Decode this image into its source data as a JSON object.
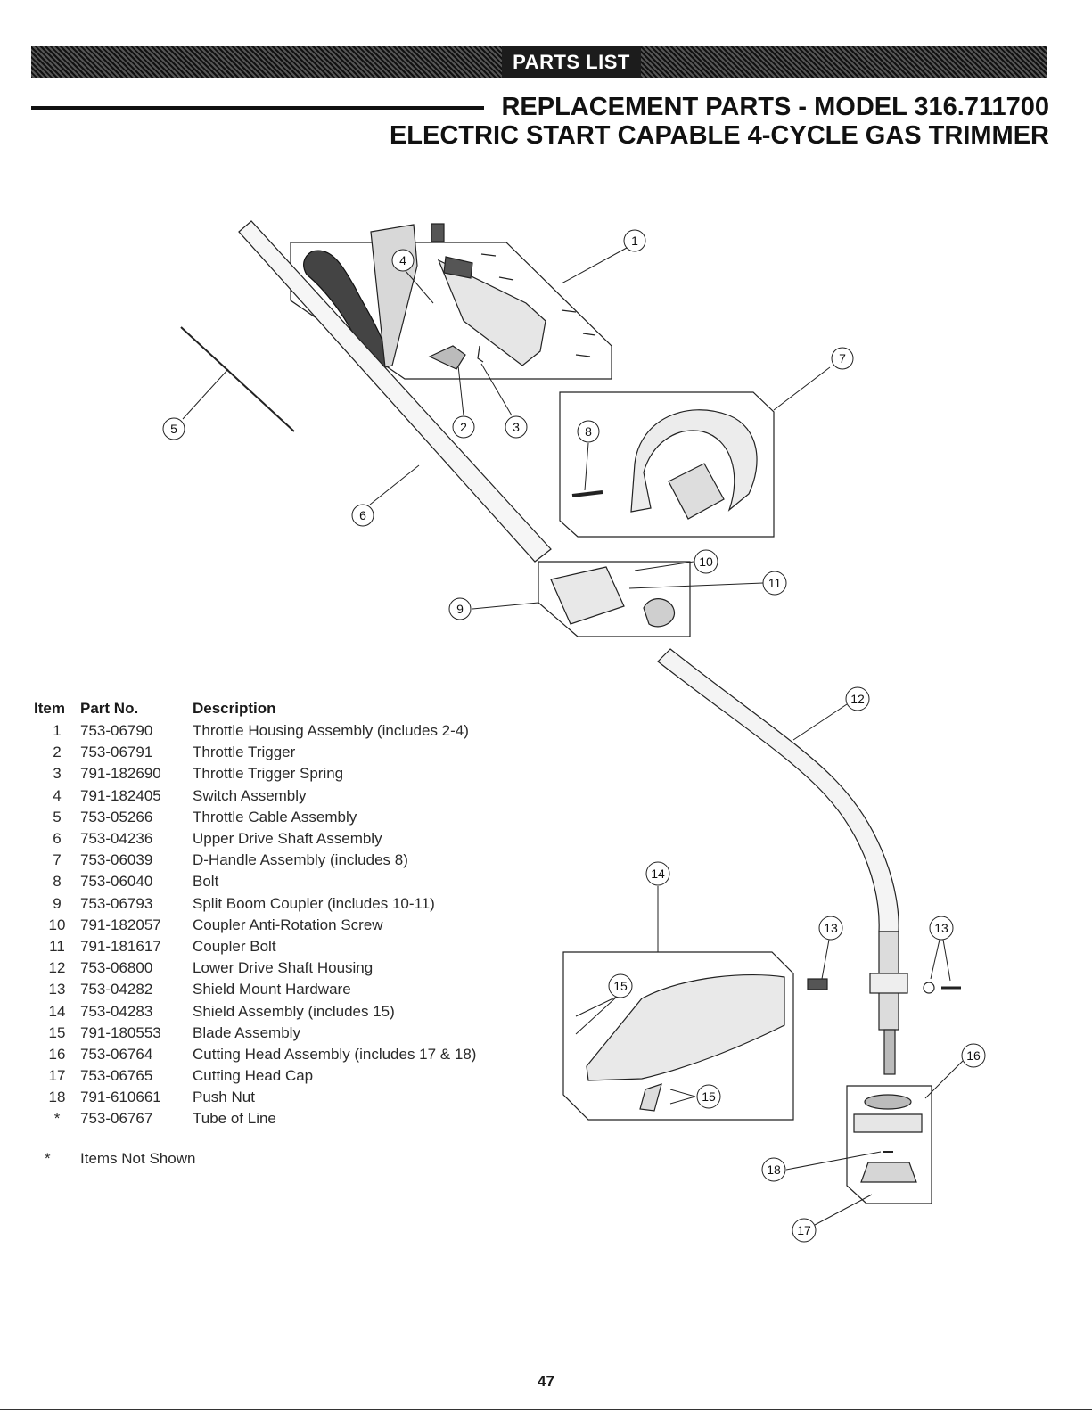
{
  "header": {
    "banner": "PARTS LIST",
    "title_line1": "REPLACEMENT PARTS - MODEL 316.711700",
    "title_line2": "ELECTRIC START CAPABLE 4-CYCLE GAS TRIMMER"
  },
  "callouts": {
    "c1": "1",
    "c2": "2",
    "c3": "3",
    "c4": "4",
    "c5": "5",
    "c6": "6",
    "c7": "7",
    "c8": "8",
    "c9": "9",
    "c10": "10",
    "c11": "11",
    "c12": "12",
    "c13a": "13",
    "c13b": "13",
    "c14": "14",
    "c15a": "15",
    "c15b": "15",
    "c16": "16",
    "c17": "17",
    "c18": "18"
  },
  "table": {
    "headers": {
      "item": "Item",
      "part": "Part No.",
      "desc": "Description"
    },
    "rows": [
      {
        "item": "1",
        "part": "753-06790",
        "desc": "Throttle Housing Assembly (includes 2-4)"
      },
      {
        "item": "2",
        "part": "753-06791",
        "desc": "Throttle Trigger"
      },
      {
        "item": "3",
        "part": "791-182690",
        "desc": "Throttle Trigger Spring"
      },
      {
        "item": "4",
        "part": "791-182405",
        "desc": "Switch Assembly"
      },
      {
        "item": "5",
        "part": "753-05266",
        "desc": "Throttle Cable Assembly"
      },
      {
        "item": "6",
        "part": "753-04236",
        "desc": "Upper Drive Shaft Assembly"
      },
      {
        "item": "7",
        "part": "753-06039",
        "desc": "D-Handle Assembly (includes 8)"
      },
      {
        "item": "8",
        "part": "753-06040",
        "desc": "Bolt"
      },
      {
        "item": "9",
        "part": "753-06793",
        "desc": "Split Boom Coupler (includes 10-11)"
      },
      {
        "item": "10",
        "part": "791-182057",
        "desc": "Coupler Anti-Rotation Screw"
      },
      {
        "item": "11",
        "part": "791-181617",
        "desc": "Coupler Bolt"
      },
      {
        "item": "12",
        "part": "753-06800",
        "desc": "Lower Drive Shaft Housing"
      },
      {
        "item": "13",
        "part": "753-04282",
        "desc": "Shield Mount Hardware"
      },
      {
        "item": "14",
        "part": "753-04283",
        "desc": "Shield Assembly (includes 15)"
      },
      {
        "item": "15",
        "part": "791-180553",
        "desc": "Blade Assembly"
      },
      {
        "item": "16",
        "part": "753-06764",
        "desc": "Cutting Head Assembly (includes 17 & 18)"
      },
      {
        "item": "17",
        "part": "753-06765",
        "desc": "Cutting Head Cap"
      },
      {
        "item": "18",
        "part": "791-610661",
        "desc": "Push Nut"
      },
      {
        "item": "*",
        "part": "753-06767",
        "desc": "Tube of Line"
      }
    ]
  },
  "footnote": {
    "mark": "*",
    "text": "Items Not Shown"
  },
  "page_number": "47"
}
